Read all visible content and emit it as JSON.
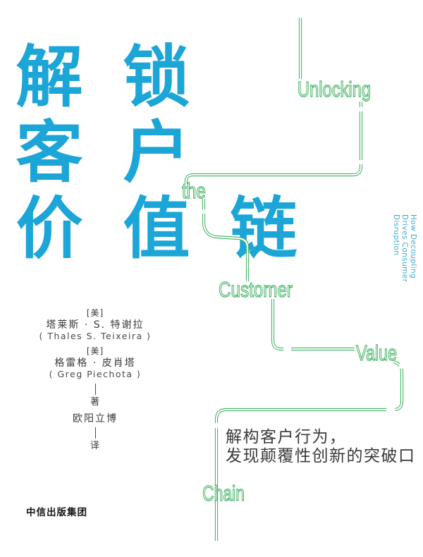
{
  "cover": {
    "title_chars": [
      "解",
      "锁",
      "客",
      "户",
      "价",
      "值",
      "链"
    ],
    "title_cn": "解锁客户价值链",
    "english_title": {
      "word1": "Unlocking",
      "word2": "the",
      "word3": "Customer",
      "word4": "Value",
      "word5": "Chain"
    },
    "side_subtitle": "How Decoupling\nDrives Consumer Disruption",
    "credits": {
      "origin_label_1": "[美]",
      "author_1_cn": "塔莱斯 · S. 特谢拉",
      "author_1_en": "( Thales S. Teixeira )",
      "origin_label_2": "[美]",
      "author_2_cn": "格雷格 · 皮肖塔",
      "author_2_en": "( Greg Piechota )",
      "author_role": "著",
      "translator_name": "欧阳立博",
      "translator_role": "译"
    },
    "tagline_line1": "解构客户行为，",
    "tagline_line2": "发现颠覆性创新的突破口",
    "publisher": "中信出版集团",
    "colors": {
      "title_cyan": "#1CA5D7",
      "chain_green": "#42B264",
      "side_text_cyan": "#3BAAD3",
      "tagline_dark": "#3A3A3A",
      "publisher_black": "#141414"
    }
  }
}
